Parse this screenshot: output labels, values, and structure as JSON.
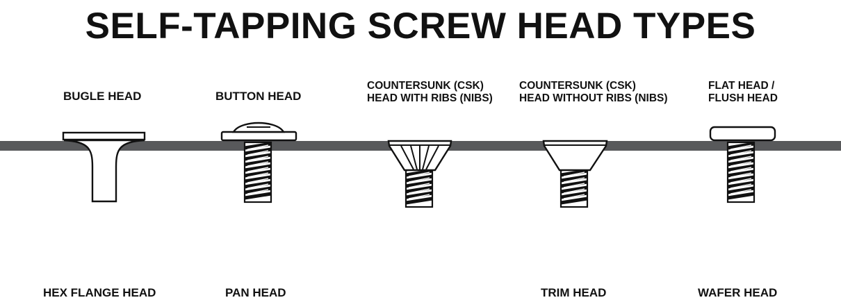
{
  "title": "SELF-TAPPING SCREW HEAD TYPES",
  "row1": [
    {
      "lines": [
        "BUGLE HEAD"
      ],
      "icon": "bugle-head-screw-icon"
    },
    {
      "lines": [
        "BUTTON HEAD"
      ],
      "icon": "button-head-screw-icon"
    },
    {
      "lines": [
        "COUNTERSUNK (CSK)",
        "HEAD WITH RIBS (NIBS)"
      ],
      "icon": "countersunk-ribbed-screw-icon"
    },
    {
      "lines": [
        "COUNTERSUNK (CSK)",
        "HEAD WITHOUT RIBS (NIBS)"
      ],
      "icon": "countersunk-plain-screw-icon"
    },
    {
      "lines": [
        "FLAT HEAD /",
        "FLUSH HEAD"
      ],
      "icon": "flat-head-screw-icon"
    }
  ],
  "row2": [
    "HEX FLANGE HEAD",
    "PAN HEAD",
    "TRIM HEAD",
    "WAFER HEAD"
  ],
  "colors": {
    "surface": "#58595b",
    "outline": "#111111",
    "background": "#ffffff"
  }
}
